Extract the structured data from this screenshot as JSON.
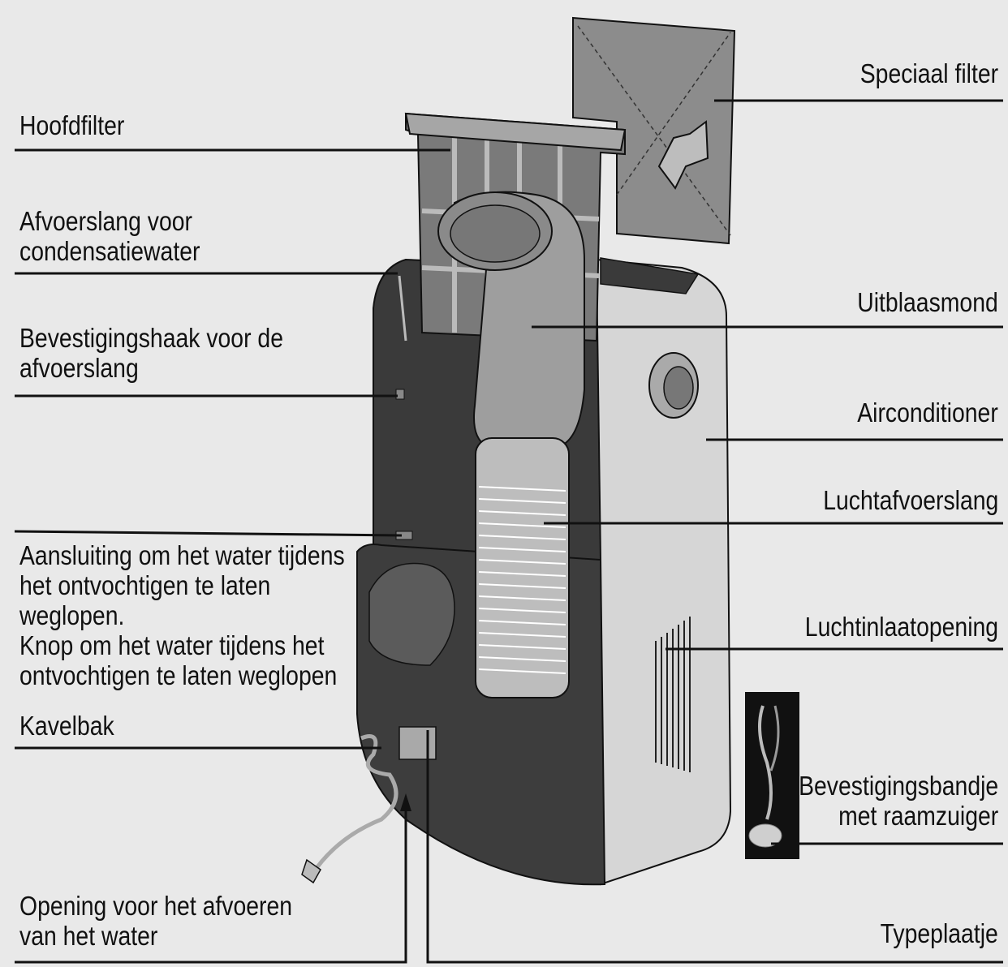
{
  "diagram": {
    "colors": {
      "background": "#e9e9e9",
      "line": "#111111",
      "body_dark": "#3a3a3a",
      "body_light": "#d8d8d8",
      "filter_gray": "#8c8c8c"
    },
    "labels_left": {
      "hoofdfilter": "Hoofdfilter",
      "afvoerslang_1": "Afvoerslang voor",
      "afvoerslang_2": "condensatiewater",
      "haak_1": "Bevestigingshaak voor de",
      "haak_2": "afvoerslang",
      "aansluiting_1": "Aansluiting om het water tijdens",
      "aansluiting_2": "het ontvochtigen te laten",
      "aansluiting_3": "weglopen.",
      "knop_1": "Knop om het water tijdens het",
      "knop_2": "ontvochtigen te laten weglopen",
      "kavelbak": "Kavelbak",
      "opening_1": "Opening voor het afvoeren",
      "opening_2": "van het water"
    },
    "labels_right": {
      "speciaal_filter": "Speciaal filter",
      "uitblaasmond": "Uitblaasmond",
      "airconditioner": "Airconditioner",
      "luchtafvoerslang": "Luchtafvoerslang",
      "luchtinlaatopening": "Luchtinlaatopening",
      "bandje_1": "Bevestigingsbandje",
      "bandje_2": "met raamzuiger",
      "typeplaatje": "Typeplaatje"
    }
  }
}
